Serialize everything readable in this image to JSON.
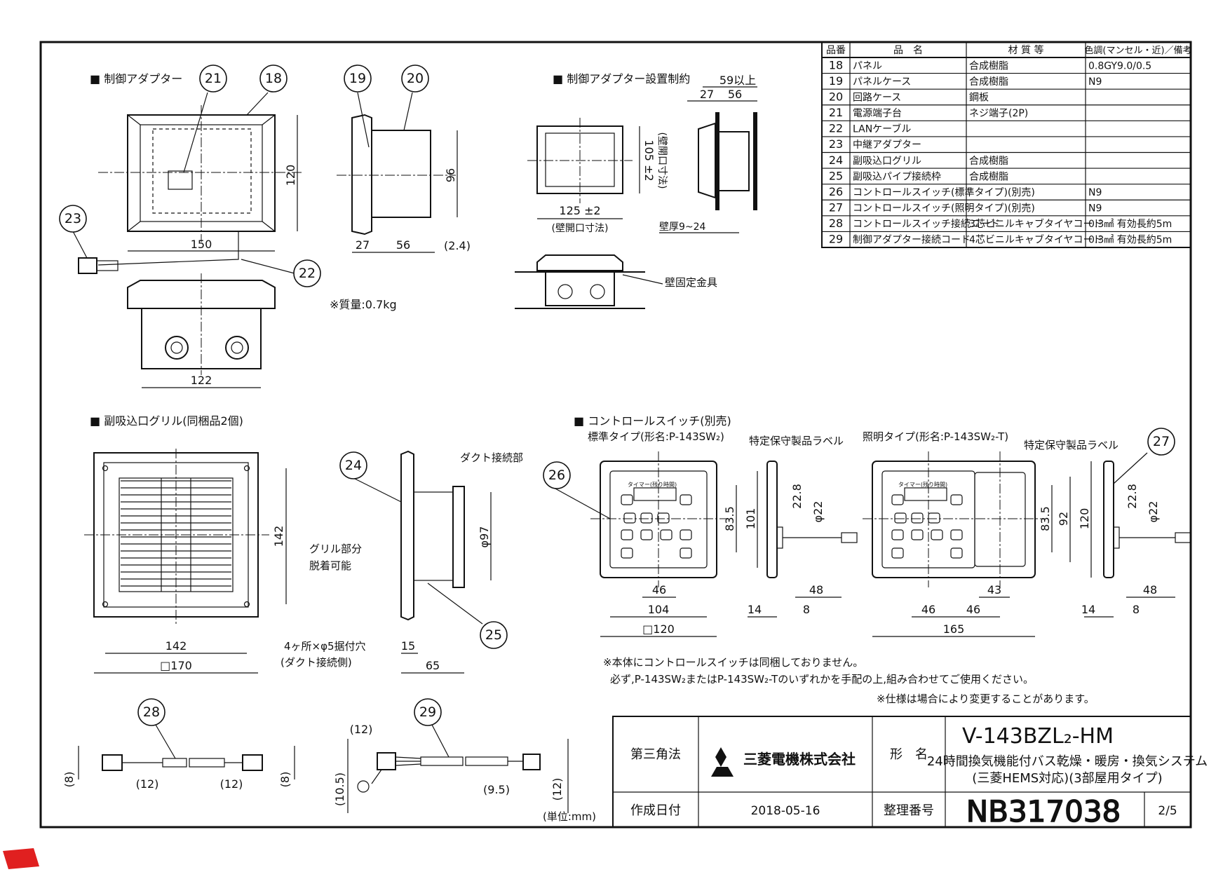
{
  "parts_table": {
    "headers": [
      "品番",
      "品　名",
      "材 質 等",
      "色調(マンセル・近)／備考"
    ],
    "rows": [
      [
        "18",
        "パネル",
        "合成樹脂",
        "0.8GY9.0/0.5"
      ],
      [
        "19",
        "パネルケース",
        "合成樹脂",
        "N9"
      ],
      [
        "20",
        "回路ケース",
        "鋼板",
        ""
      ],
      [
        "21",
        "電源端子台",
        "ネジ端子(2P)",
        ""
      ],
      [
        "22",
        "LANケーブル",
        "",
        ""
      ],
      [
        "23",
        "中継アダプター",
        "",
        ""
      ],
      [
        "24",
        "副吸込口グリル",
        "合成樹脂",
        ""
      ],
      [
        "25",
        "副吸込パイプ接続枠",
        "合成樹脂",
        ""
      ],
      [
        "26",
        "コントロールスイッチ(標準タイプ)(別売)",
        "",
        "N9"
      ],
      [
        "27",
        "コントロールスイッチ(照明タイプ)(別売)",
        "",
        "N9"
      ],
      [
        "28",
        "コントロールスイッチ接続コード",
        "3芯ビニルキャブタイヤコード",
        "0.3㎟ 有効長約5m"
      ],
      [
        "29",
        "制御アダプター接続コード",
        "4芯ビニルキャブタイヤコード",
        "0.3㎟ 有効長約5m"
      ]
    ]
  },
  "sections": {
    "adapter": "■ 制御アダプター",
    "adapter_install": "■ 制御アダプター設置制約",
    "grille": "■ 副吸込口グリル(同梱品2個)",
    "control_switch": "■ コントロールスイッチ(別売)",
    "standard_type": "標準タイプ(形名:P-143SW₂)",
    "lighting_type": "照明タイプ(形名:P-143SW₂-T)"
  },
  "callouts": [
    "18",
    "19",
    "20",
    "21",
    "22",
    "23",
    "24",
    "25",
    "26",
    "27",
    "28",
    "29"
  ],
  "labels": {
    "mass": "※質量:0.7kg",
    "wall_opening": "(壁開口寸法)",
    "wall_opening_v": "(壁開口寸法)",
    "wall_thickness": "壁厚9~24",
    "wall_bracket": "壁固定金具",
    "min_clear": "59以上",
    "duct_joint": "ダクト接続部",
    "grille_part": "グリル部分",
    "removable": "脱着可能",
    "mount_holes": "4ヶ所×φ5据付穴",
    "duct_side": "(ダクト接続側)",
    "label_std": "特定保守製品ラベル",
    "label_light": "特定保守製品ラベル",
    "note1": "※本体にコントロールスイッチは同梱しておりません。",
    "note2": "必ず,P-143SW₂またはP-143SW₂-Tのいずれかを手配の上,組み合わせてご使用ください。",
    "note3": "※仕様は場合により変更することがあります。",
    "unit": "(単位:mm)",
    "timer": "タイマー(残り時間)"
  },
  "dims": {
    "d150": "150",
    "d120": "120",
    "d96": "96",
    "d27": "27",
    "d56": "56",
    "d24": "(2.4)",
    "d122": "122",
    "d105": "105 ±2",
    "d125": "125 ±2",
    "d27b": "27",
    "d56b": "56",
    "d142v": "142",
    "d142h": "142",
    "d170": "□170",
    "d97": "φ97",
    "d15": "15",
    "d65": "65",
    "d228": "22.8",
    "d22": "φ22",
    "d835": "83.5",
    "d101": "101",
    "d46": "46",
    "d104": "104",
    "d120sq": "□120",
    "d14": "14",
    "d8": "8",
    "d48": "48",
    "d228b": "22.8",
    "d22b": "φ22",
    "d835b": "83.5",
    "d92": "92",
    "d120b": "120",
    "d43": "43",
    "d46b": "46",
    "d46c": "46",
    "d165": "165",
    "d14b": "14",
    "d8b": "8",
    "d48b": "48",
    "c12a": "(12)",
    "c12b": "(12)",
    "c8a": "(8)",
    "c8b": "(8)",
    "c12c": "(12)",
    "c105": "(10.5)",
    "c95": "(9.5)",
    "c12d": "(12)"
  },
  "title_block": {
    "projection": "第三角法",
    "company": "三菱電機株式会社",
    "model_label": "形　名",
    "model": "V-143BZL₂-HM",
    "desc1": "24時間換気機能付バス乾燥・暖房・換気システム",
    "desc2": "(三菱HEMS対応)(3部屋用タイプ)",
    "date_label": "作成日付",
    "date": "2018-05-16",
    "number_label": "整理番号",
    "number": "NB317038",
    "page": "2/5"
  }
}
